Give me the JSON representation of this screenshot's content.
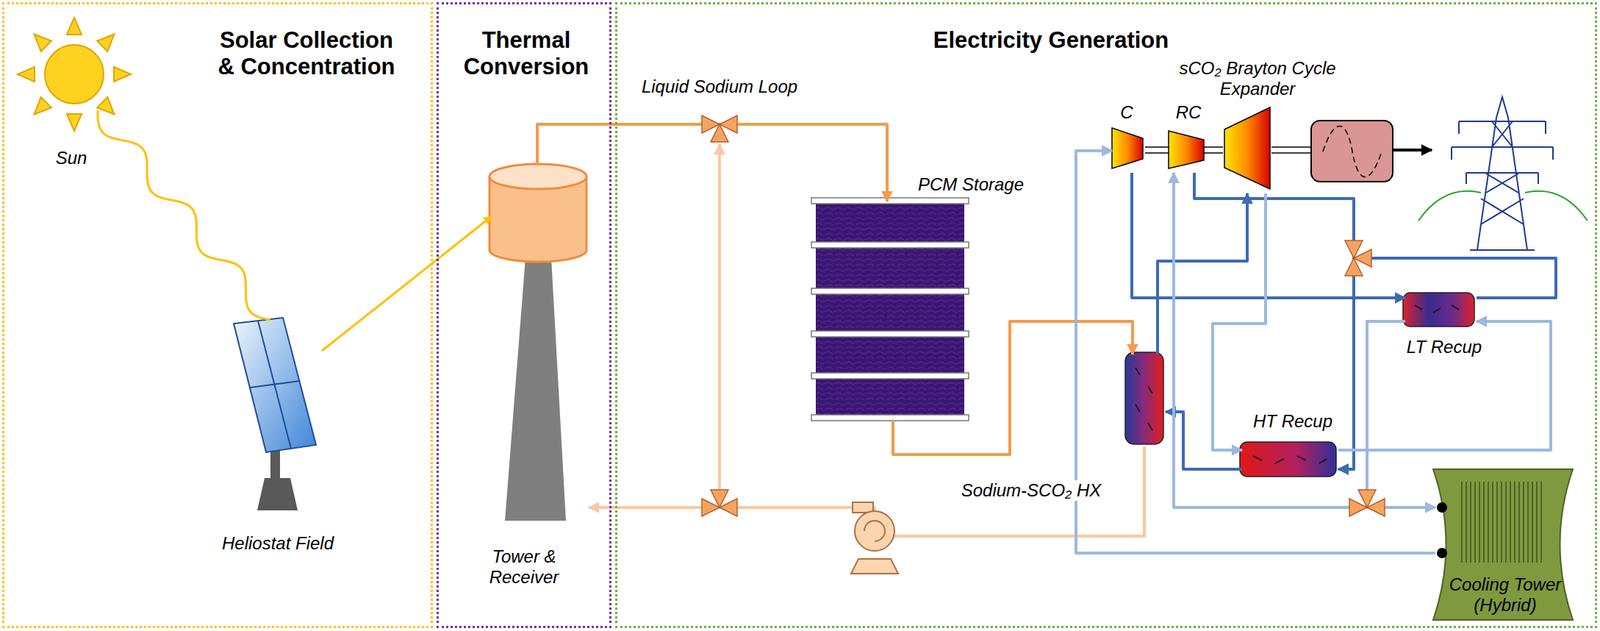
{
  "diagram": {
    "nodes": [
      {
        "text": [
          "Solar Collection & Concentration"
        ]
      },
      {
        "text": [
          "Sun"
        ],
        "in": 0
      },
      {
        "text": [
          "Heliostat Field"
        ],
        "in": 0
      },
      {
        "text": [
          "Thermal Conversion"
        ]
      },
      {
        "text": [
          "Tower & Receiver"
        ],
        "in": 3
      },
      {
        "text": [
          "Electricity Generation"
        ]
      },
      {
        "text": [
          "PCM Storage"
        ],
        "in": 5
      },
      {
        "text": [
          "Sodium-SCO₂ HX"
        ],
        "in": 5
      },
      {
        "text": [
          "C"
        ],
        "in": 5
      },
      {
        "text": [
          "RC"
        ],
        "in": 5
      },
      {
        "text": [
          "sCO₂ Brayton Cycle Expander"
        ],
        "in": 5
      },
      {
        "text": [
          "HT Recup"
        ],
        "in": 5
      },
      {
        "text": [
          "LT Recup"
        ],
        "in": 5
      },
      {
        "text": [
          "Cooling Tower (Hybrid)"
        ],
        "in": 5
      }
    ],
    "edges": [
      {
        "from": 1,
        "to": 2,
        "arrow": "none"
      },
      {
        "from": 2,
        "to": 4,
        "arrow": "to"
      },
      {
        "from": 4,
        "to": 6,
        "arrow": "to"
      },
      {
        "from": 6,
        "to": 7,
        "arrow": "to"
      },
      {
        "from": 7,
        "to": 4,
        "arrow": "to"
      },
      {
        "from": 8,
        "to": 12,
        "arrow": "to"
      },
      {
        "from": 12,
        "to": 11,
        "arrow": "to"
      },
      {
        "from": 9,
        "to": 11,
        "arrow": "to"
      },
      {
        "from": 7,
        "to": 10,
        "arrow": "to"
      },
      {
        "from": 10,
        "to": 11,
        "arrow": "to"
      },
      {
        "from": 11,
        "to": 7,
        "arrow": "to"
      },
      {
        "from": 11,
        "to": 12,
        "arrow": "to"
      },
      {
        "from": 12,
        "to": 9,
        "arrow": "to"
      },
      {
        "from": 12,
        "to": 13,
        "arrow": "to"
      },
      {
        "from": 13,
        "to": 8,
        "arrow": "to"
      }
    ],
    "labels": [
      "Liquid Sodium Loop"
    ]
  }
}
